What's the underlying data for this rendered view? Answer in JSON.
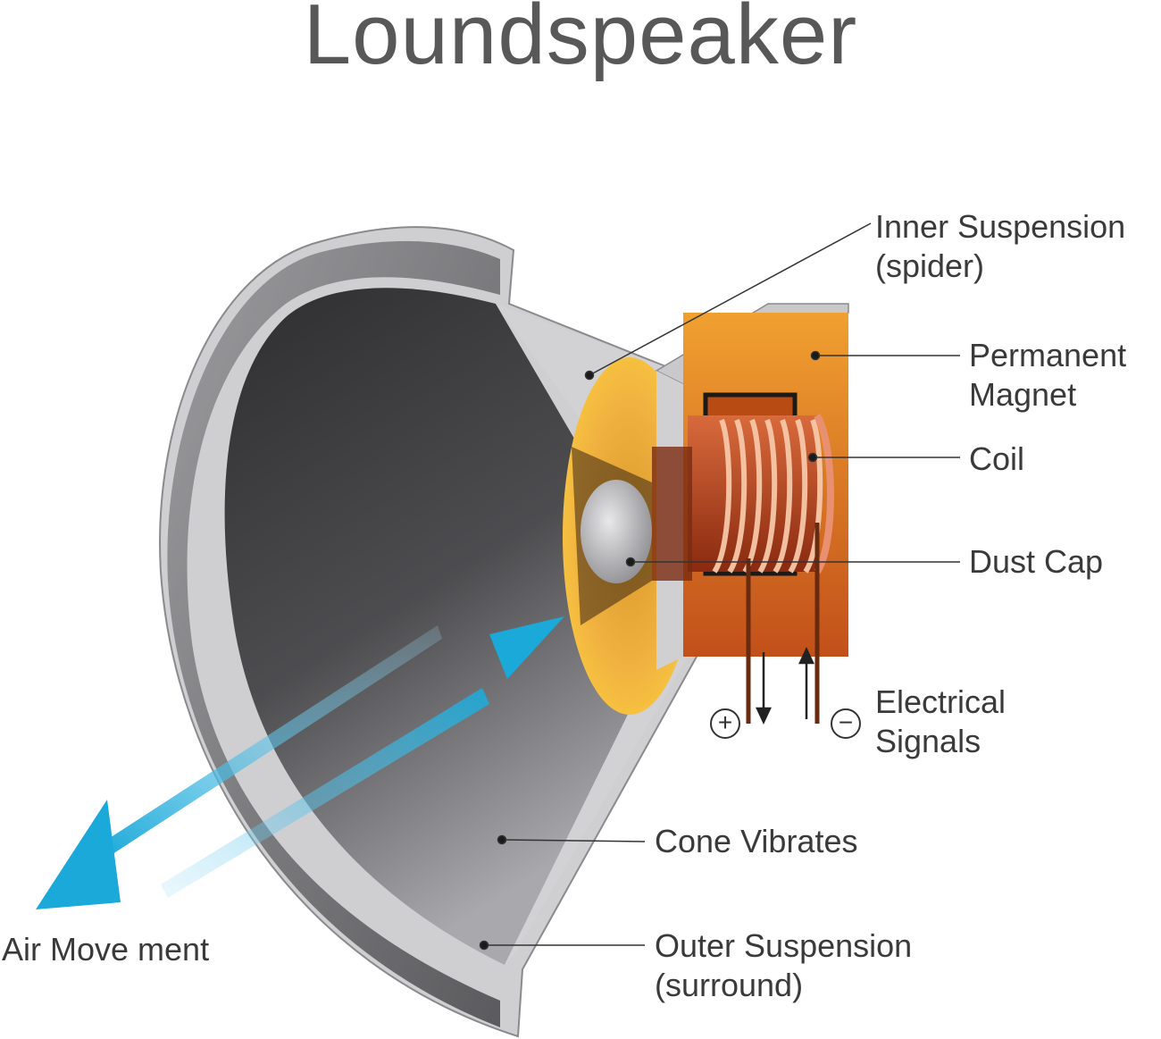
{
  "title": "Loundspeaker",
  "labels": {
    "inner_suspension": [
      "Inner Suspension",
      "(spider)"
    ],
    "permanent_magnet": [
      "Permanent",
      "Magnet"
    ],
    "coil": "Coil",
    "dust_cap": "Dust Cap",
    "electrical_signals": [
      "Electrical",
      "Signals"
    ],
    "cone_vibrates": "Cone Vibrates",
    "air_movement": "Air Move ment",
    "outer_suspension": [
      "Outer Suspension",
      "(surround)"
    ]
  },
  "polarity": {
    "plus": "+",
    "minus": "−"
  },
  "colors": {
    "arrow": "#1aa9d9",
    "magnet": "#d86a1c",
    "coil": "#c45a2c",
    "spider": "#f4b53a",
    "cone": "#4a4a4c",
    "frame": "#d4d4d6"
  }
}
